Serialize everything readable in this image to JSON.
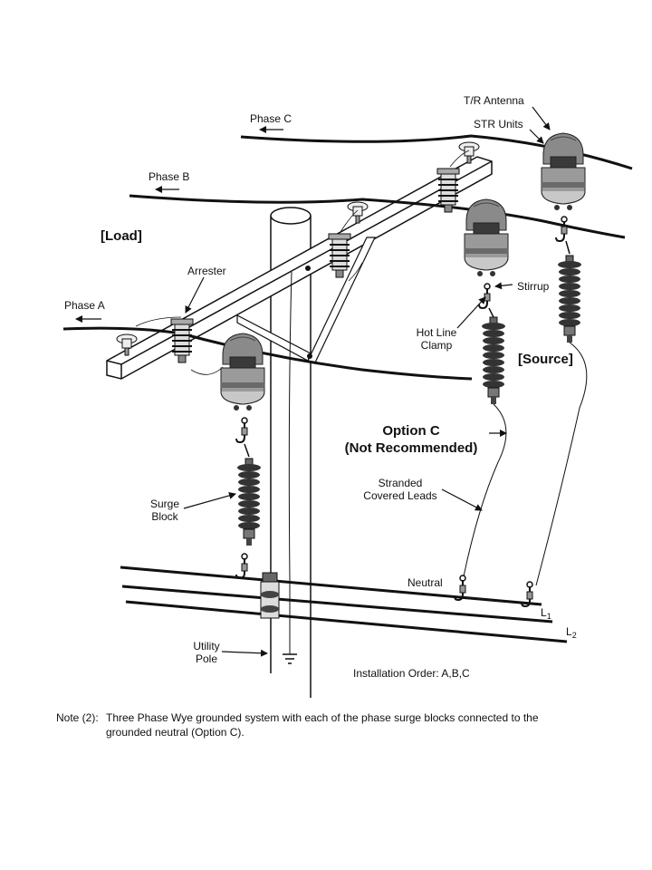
{
  "labels": {
    "tr_antenna": "T/R Antenna",
    "str_units": "STR Units",
    "phase_c": "Phase C",
    "phase_b": "Phase B",
    "phase_a": "Phase A",
    "load": "[Load]",
    "source": "[Source]",
    "arrester": "Arrester",
    "stirrup": "Stirrup",
    "hot_line_clamp": [
      "Hot Line",
      "Clamp"
    ],
    "option_c": [
      "Option C",
      "(Not Recommended)"
    ],
    "stranded_covered_leads": [
      "Stranded",
      "Covered  Leads"
    ],
    "surge_block": [
      "Surge",
      "Block"
    ],
    "neutral": "Neutral",
    "l1": "L",
    "l1_sub": "1",
    "l2": "L",
    "l2_sub": "2",
    "utility_pole": [
      "Utility",
      "Pole"
    ],
    "installation_order": "Installation Order: A,B,C"
  },
  "note": {
    "prefix": "Note (2):",
    "line1": "Three  Phase Wye grounded  system with each of the phase surge blocks connected to the",
    "line2": "grounded neutral  (Option C)."
  },
  "colors": {
    "line": "#111111",
    "device_body": "#8a8a8a",
    "device_dark": "#555555",
    "device_light": "#c8c8c8"
  }
}
